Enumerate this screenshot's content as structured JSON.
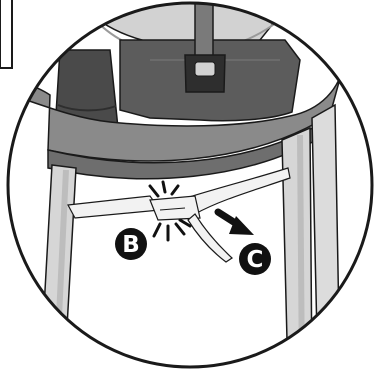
{
  "diagram": {
    "colors": {
      "background": "#ffffff",
      "outline": "#1a1a1a",
      "table_top": "#8a8a8a",
      "table_edge": "#6e6e6e",
      "legs": "#d6d6d6",
      "leg_shadow": "#bdbdbd",
      "chair_base": "#5c5c5c",
      "chair_dark": "#3e3e3e",
      "seat_fabric": "#d2d2d2",
      "strap": "#7a7a7a",
      "lever": "#f2f2f2",
      "badge_fill": "#111111",
      "badge_text": "#ffffff"
    },
    "callouts": [
      {
        "id": "B",
        "label": "B",
        "meaning": "press-release-latch"
      },
      {
        "id": "C",
        "label": "C",
        "meaning": "pull-direction"
      }
    ],
    "icons": {
      "press_mark": "click-burst-icon",
      "direction": "arrow-down-right-icon"
    }
  }
}
